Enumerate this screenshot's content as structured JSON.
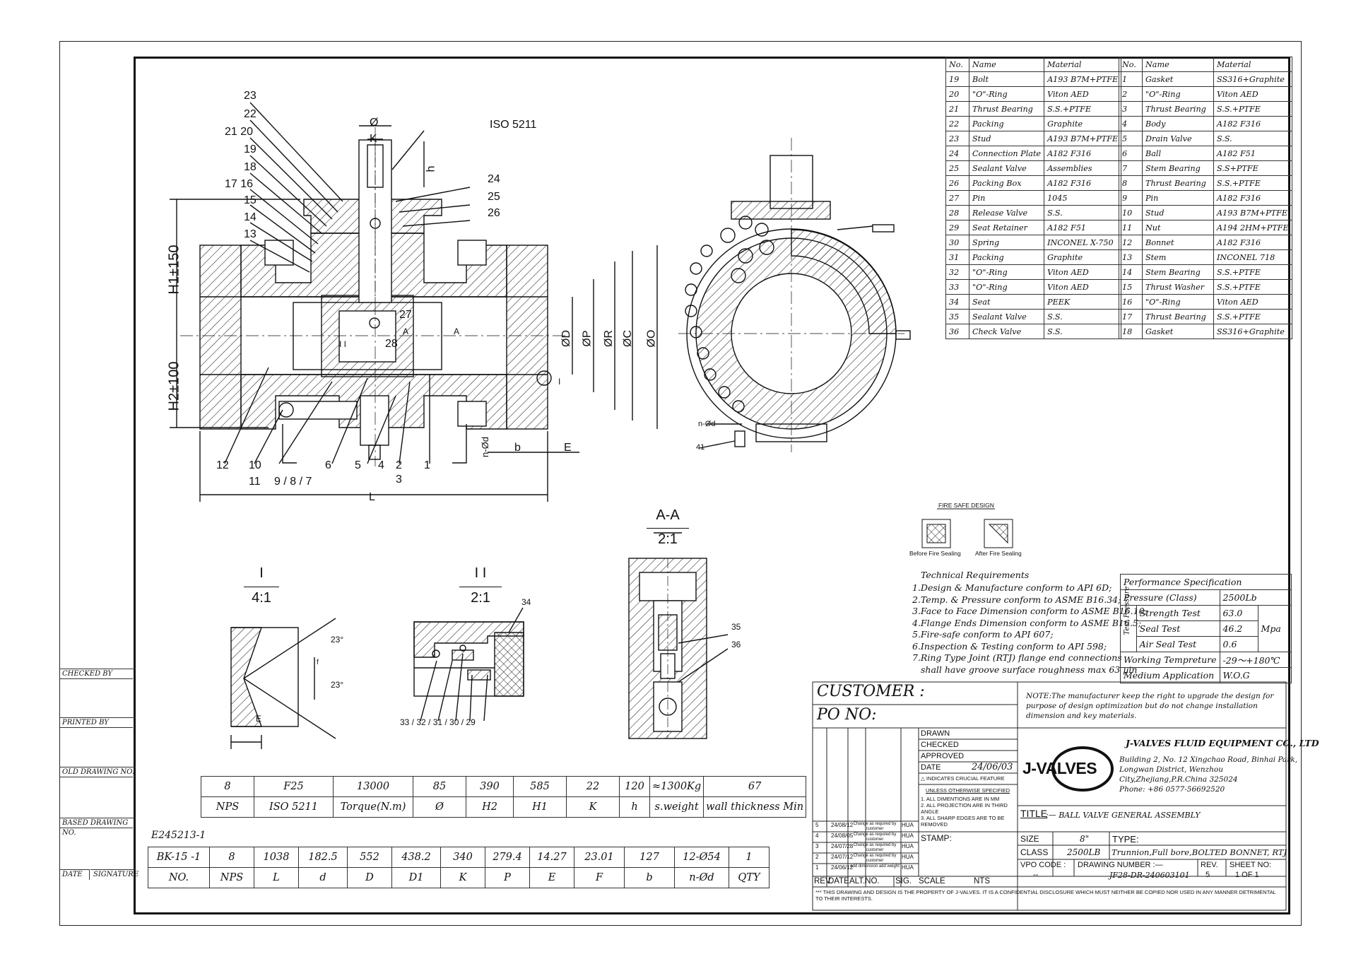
{
  "bom_left": {
    "headers": {
      "no": "No.",
      "name": "Name",
      "material": "Material"
    },
    "rows": [
      [
        "19",
        "Bolt",
        "A193 B7M+PTFE"
      ],
      [
        "20",
        "\"O\"-Ring",
        "Viton AED"
      ],
      [
        "21",
        "Thrust Bearing",
        "S.S.+PTFE"
      ],
      [
        "22",
        "Packing",
        "Graphite"
      ],
      [
        "23",
        "Stud",
        "A193 B7M+PTFE"
      ],
      [
        "24",
        "Connection Plate",
        "A182 F316"
      ],
      [
        "25",
        "Sealant  Valve",
        "Assemblies"
      ],
      [
        "26",
        "Packing Box",
        "A182 F316"
      ],
      [
        "27",
        "Pin",
        "1045"
      ],
      [
        "28",
        "Release Valve",
        "S.S."
      ],
      [
        "29",
        "Seat Retainer",
        "A182 F51"
      ],
      [
        "30",
        "Spring",
        "INCONEL X-750"
      ],
      [
        "31",
        "Packing",
        "Graphite"
      ],
      [
        "32",
        "\"O\"-Ring",
        "Viton AED"
      ],
      [
        "33",
        "\"O\"-Ring",
        "Viton AED"
      ],
      [
        "34",
        "Seat",
        "PEEK"
      ],
      [
        "35",
        "Sealant  Valve",
        "S.S."
      ],
      [
        "36",
        "Check  Valve",
        "S.S."
      ]
    ]
  },
  "bom_right": {
    "headers": {
      "no": "No.",
      "name": "Name",
      "material": "Material"
    },
    "rows": [
      [
        "1",
        "Gasket",
        "SS316+Graphite"
      ],
      [
        "2",
        "\"O\"-Ring",
        "Viton AED"
      ],
      [
        "3",
        "Thrust Bearing",
        "S.S.+PTFE"
      ],
      [
        "4",
        "Body",
        "A182 F316"
      ],
      [
        "5",
        "Drain Valve",
        "S.S."
      ],
      [
        "6",
        "Ball",
        "A182 F51"
      ],
      [
        "7",
        "Stem Bearing",
        "S.S+PTFE"
      ],
      [
        "8",
        "Thrust Bearing",
        "S.S.+PTFE"
      ],
      [
        "9",
        "Pin",
        "A182 F316"
      ],
      [
        "10",
        "Stud",
        "A193 B7M+PTFE"
      ],
      [
        "11",
        "Nut",
        "A194 2HM+PTFE"
      ],
      [
        "12",
        "Bonnet",
        "A182 F316"
      ],
      [
        "13",
        "Stem",
        "INCONEL 718"
      ],
      [
        "14",
        "Stem Bearing",
        "S.S.+PTFE"
      ],
      [
        "15",
        "Thrust Washer",
        "S.S.+PTFE"
      ],
      [
        "16",
        "\"O\"-Ring",
        "Viton AED"
      ],
      [
        "17",
        "Thrust Bearing",
        "S.S.+PTFE"
      ],
      [
        "18",
        "Gasket",
        "SS316+Graphite"
      ]
    ]
  },
  "balloons": {
    "n23": "23",
    "n22": "22",
    "n21_20": "21 20",
    "n19": "19",
    "n18": "18",
    "n17_16": "17 16",
    "n15": "15",
    "n14": "14",
    "n13": "13",
    "n24": "24",
    "n25": "25",
    "n26": "26",
    "n27": "27",
    "n28": "28",
    "n12": "12",
    "n10": "10",
    "n11": "11",
    "n9_8_7": "9 / 8 / 7",
    "n6": "6",
    "n5": "5",
    "n4": "4",
    "n2": "2",
    "n3": "3",
    "n1": "1",
    "n41": "41",
    "n34": "34",
    "n35": "35",
    "n36": "36",
    "n33_29": "33 / 32 / 31 / 30 / 29"
  },
  "dim_labels": {
    "phi": "Ø",
    "k": "K",
    "h": "h",
    "iso": "ISO 5211",
    "h1": "H1±150",
    "h2": "H2±100",
    "od": "ØD",
    "op": "ØP",
    "or": "ØR",
    "oc": "ØC",
    "oo": "ØO",
    "l": "L",
    "b": "b",
    "e": "E",
    "nod": "n-Ød",
    "nod2": "n-Ød",
    "a1": "A",
    "a2": "A",
    "ii": "I I",
    "i": "I"
  },
  "detail_views": {
    "i_title": "I",
    "i_scale": "4:1",
    "i_ang1": "23°",
    "i_ang2": "23°",
    "i_e": "E",
    "i_f": "f",
    "ii_title": "I I",
    "ii_scale": "2:1",
    "aa_title": "A-A",
    "aa_scale": "2:1"
  },
  "fire_safe": {
    "title": "FIRE SAFE DESIGN",
    "before": "Before Fire Sealing",
    "after": "After Fire Sealing"
  },
  "tech_req": {
    "title": "Technical Requirements",
    "lines": [
      "1.Design & Manufacture conform to API 6D;",
      "2.Temp. & Pressure conform to ASME B16.34;",
      "3.Face to Face Dimension conform to ASME B16.10;",
      "4.Flange Ends Dimension conform to ASME B16.5;",
      "5.Fire-safe conform to API 607;",
      "6.Inspection & Testing conform to API 598;",
      "7.Ring Type Joint (RTJ) flange end connections",
      "shall have groove surface roughness max 63 µin"
    ]
  },
  "perf": {
    "title": "Performance Specification",
    "pressure_label": "Pressure (Class)",
    "pressure_val": "2500Lb",
    "test_label": "Test Pressure",
    "strength_label": "Strength Test",
    "strength_val": "63.0",
    "seal_label": "Seal Test",
    "seal_val": "46.2",
    "unit": "Mpa",
    "air_label": "Air Seal Test",
    "air_val": "0.6",
    "temp_label": "Working Tempreture",
    "temp_val": "-29～+180℃",
    "medium_label": "Medium Application",
    "medium_val": "W.O.G"
  },
  "left_labels": [
    "CHECKED BY",
    "PRINTED BY",
    "OLD DRAWING NO.",
    "BASED DRAWING NO.",
    "DATE",
    "SIGNATURE"
  ],
  "dims1": {
    "values": [
      "8",
      "F25",
      "13000",
      "85",
      "390",
      "585",
      "22",
      "120",
      "≈1300Kg",
      "67"
    ],
    "heads": [
      "NPS",
      "ISO 5211",
      "Torque(N.m)",
      "Ø",
      "H2",
      "H1",
      "K",
      "h",
      "s.weight",
      "wall thickness Min"
    ]
  },
  "ref": "E245213-1",
  "dims2": {
    "values": [
      "BK-15 -1",
      "8",
      "1038",
      "182.5",
      "552",
      "438.2",
      "340",
      "279.4",
      "14.27",
      "23.01",
      "127",
      "12-Ø54",
      "1"
    ],
    "heads": [
      "NO.",
      "NPS",
      "L",
      "d",
      "D",
      "D1",
      "K",
      "P",
      "E",
      "F",
      "b",
      "n-Ød",
      "QTY"
    ]
  },
  "title_block": {
    "customer": "CUSTOMER :",
    "po": "PO NO:",
    "note": "NOTE:The manufacturer keep the right to upgrade the design for purpose of design optimization but do not change installation dimension and key materials.",
    "drawn": "DRAWN",
    "checked": "CHECKED",
    "approved": "APPROVED",
    "date_label": "DATE",
    "date_val": "24/06/03",
    "crucial": "INDICATES CRUCIAL FEATURE",
    "unless": "UNLESS OTHERWISE SPECIFIED",
    "notes": [
      "1. ALL DIMENTIONS ARE IN MM",
      "2. ALL PROJECTION ARE IN THIRD ANGLE",
      "3. ALL SHARP EDGES ARE TO BE REMOVED"
    ],
    "company": "J-VALVES FLUID EQUIPMENT CO., LTD",
    "address": [
      "Building 2, No. 12 Xingchao Road, Binhai Park,",
      "Longwan District, Wenzhou",
      "City,Zhejiang,P.R.China 325024",
      "Phone: +86 0577-56692520"
    ],
    "logo": "J-VALVES",
    "title_label": "TITLE",
    "title_val": ":— BALL  VALVE GENERAL ASSEMBLY",
    "stamp": "STAMP:",
    "size_label": "SIZE",
    "size_val": "8\"",
    "type_label": "TYPE:",
    "class_label": "CLASS",
    "class_val": "2500LB",
    "type_val": "Trunnion,Full bore,BOLTED BONNET, RTJ",
    "vpo_label": "VPO CODE :",
    "vpo_val": "--",
    "dwg_label": "DRAWING  NUMBER :—",
    "dwg_val": "JF28-DR-240603101",
    "rev_label": "REV.",
    "rev_val": "5",
    "sheet_label": "SHEET NO:",
    "sheet_val": "1  OF   1",
    "rev_rows": [
      [
        "5",
        "24/08/12",
        "Change as required by customer",
        "HUA"
      ],
      [
        "4",
        "24/08/05",
        "Change as required by customer",
        "HUA"
      ],
      [
        "3",
        "24/07/28",
        "Change as required by customer",
        "HUA"
      ],
      [
        "2",
        "24/07/12",
        "Change as required by customer",
        "HUA"
      ],
      [
        "1",
        "24/06/12",
        "add dimension add weight",
        "HUA"
      ]
    ],
    "rev_heads": [
      "REV.",
      "DATE",
      "ALT.NO.",
      "SIG.",
      "SCALE",
      "NTS"
    ],
    "footer": "*** THIS DRAWING AND DESIGN IS THE PROPERTY OF J-VALVES. IT IS A CONFIDENTIAL DISCLOSURE WHICH MUST NEITHER BE COPIED NOR USED IN ANY MANNER DETRIMENTAL TO THEIR INTERESTS."
  }
}
